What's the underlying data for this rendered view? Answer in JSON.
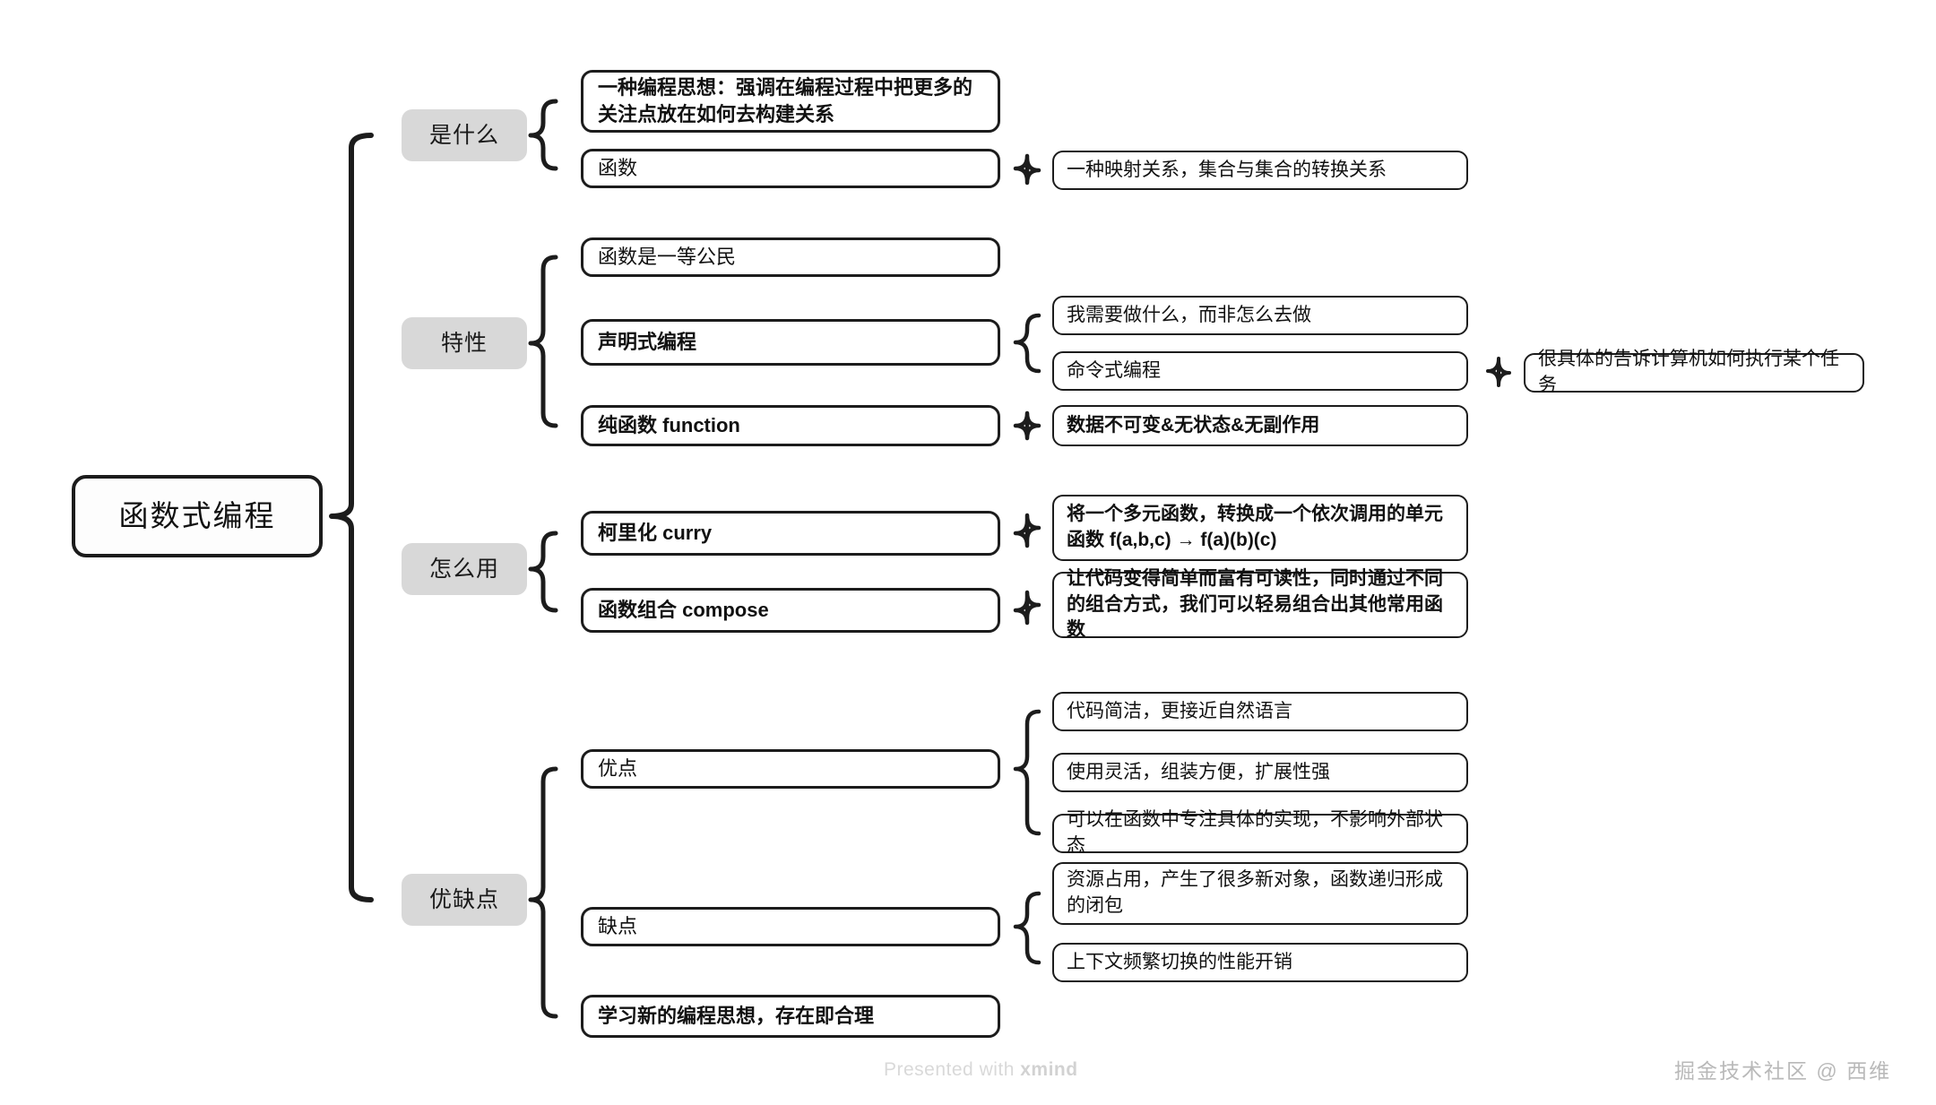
{
  "root": {
    "label": "函数式编程"
  },
  "footer": {
    "xmind_prefix": "Presented with ",
    "xmind_brand": "xmind",
    "site": "掘金技术社区 @ 西维"
  },
  "colors": {
    "stroke": "#1c1c1c",
    "level1_fill": "#d8d8d8",
    "text": "#111111",
    "watermark": "#d9d9d9",
    "site_watermark": "#b9b9b9"
  },
  "branches": [
    {
      "label": "是什么",
      "children": [
        {
          "label": "一种编程思想：强调在编程过程中把更多的关注点放在如何去构建关系",
          "bold": true,
          "children": []
        },
        {
          "label": "函数",
          "bold": false,
          "children": [
            {
              "label": "一种映射关系，集合与集合的转换关系",
              "bold": false,
              "children": []
            }
          ]
        }
      ]
    },
    {
      "label": "特性",
      "children": [
        {
          "label": "函数是一等公民",
          "bold": false,
          "children": []
        },
        {
          "label": "声明式编程",
          "bold": true,
          "children": [
            {
              "label": "我需要做什么，而非怎么去做",
              "bold": false,
              "children": []
            },
            {
              "label": "命令式编程",
              "bold": false,
              "children": [
                {
                  "label": "很具体的告诉计算机如何执行某个任务",
                  "bold": false
                }
              ]
            }
          ]
        },
        {
          "label": "纯函数 function",
          "bold": true,
          "children": [
            {
              "label": "数据不可变&无状态&无副作用",
              "bold": true,
              "children": []
            }
          ]
        }
      ]
    },
    {
      "label": "怎么用",
      "children": [
        {
          "label": "柯里化 curry",
          "bold": true,
          "children": [
            {
              "label": "将一个多元函数，转换成一个依次调用的单元函数 f(a,b,c) → f(a)(b)(c)",
              "bold": true,
              "children": []
            }
          ]
        },
        {
          "label": "函数组合 compose",
          "bold": true,
          "children": [
            {
              "label": "让代码变得简单而富有可读性，同时通过不同的组合方式，我们可以轻易组合出其他常用函数",
              "bold": true,
              "children": []
            }
          ]
        }
      ]
    },
    {
      "label": "优缺点",
      "children": [
        {
          "label": "优点",
          "bold": false,
          "children": [
            {
              "label": "代码简洁，更接近自然语言",
              "bold": false,
              "children": []
            },
            {
              "label": "使用灵活，组装方便，扩展性强",
              "bold": false,
              "children": []
            },
            {
              "label": "可以在函数中专注具体的实现，不影响外部状态",
              "bold": false,
              "children": []
            }
          ]
        },
        {
          "label": "缺点",
          "bold": false,
          "children": [
            {
              "label": "资源占用，产生了很多新对象，函数递归形成的闭包",
              "bold": false,
              "children": []
            },
            {
              "label": "上下文频繁切换的性能开销",
              "bold": false,
              "children": []
            }
          ]
        },
        {
          "label": "学习新的编程思想，存在即合理",
          "bold": true,
          "children": []
        }
      ]
    }
  ]
}
